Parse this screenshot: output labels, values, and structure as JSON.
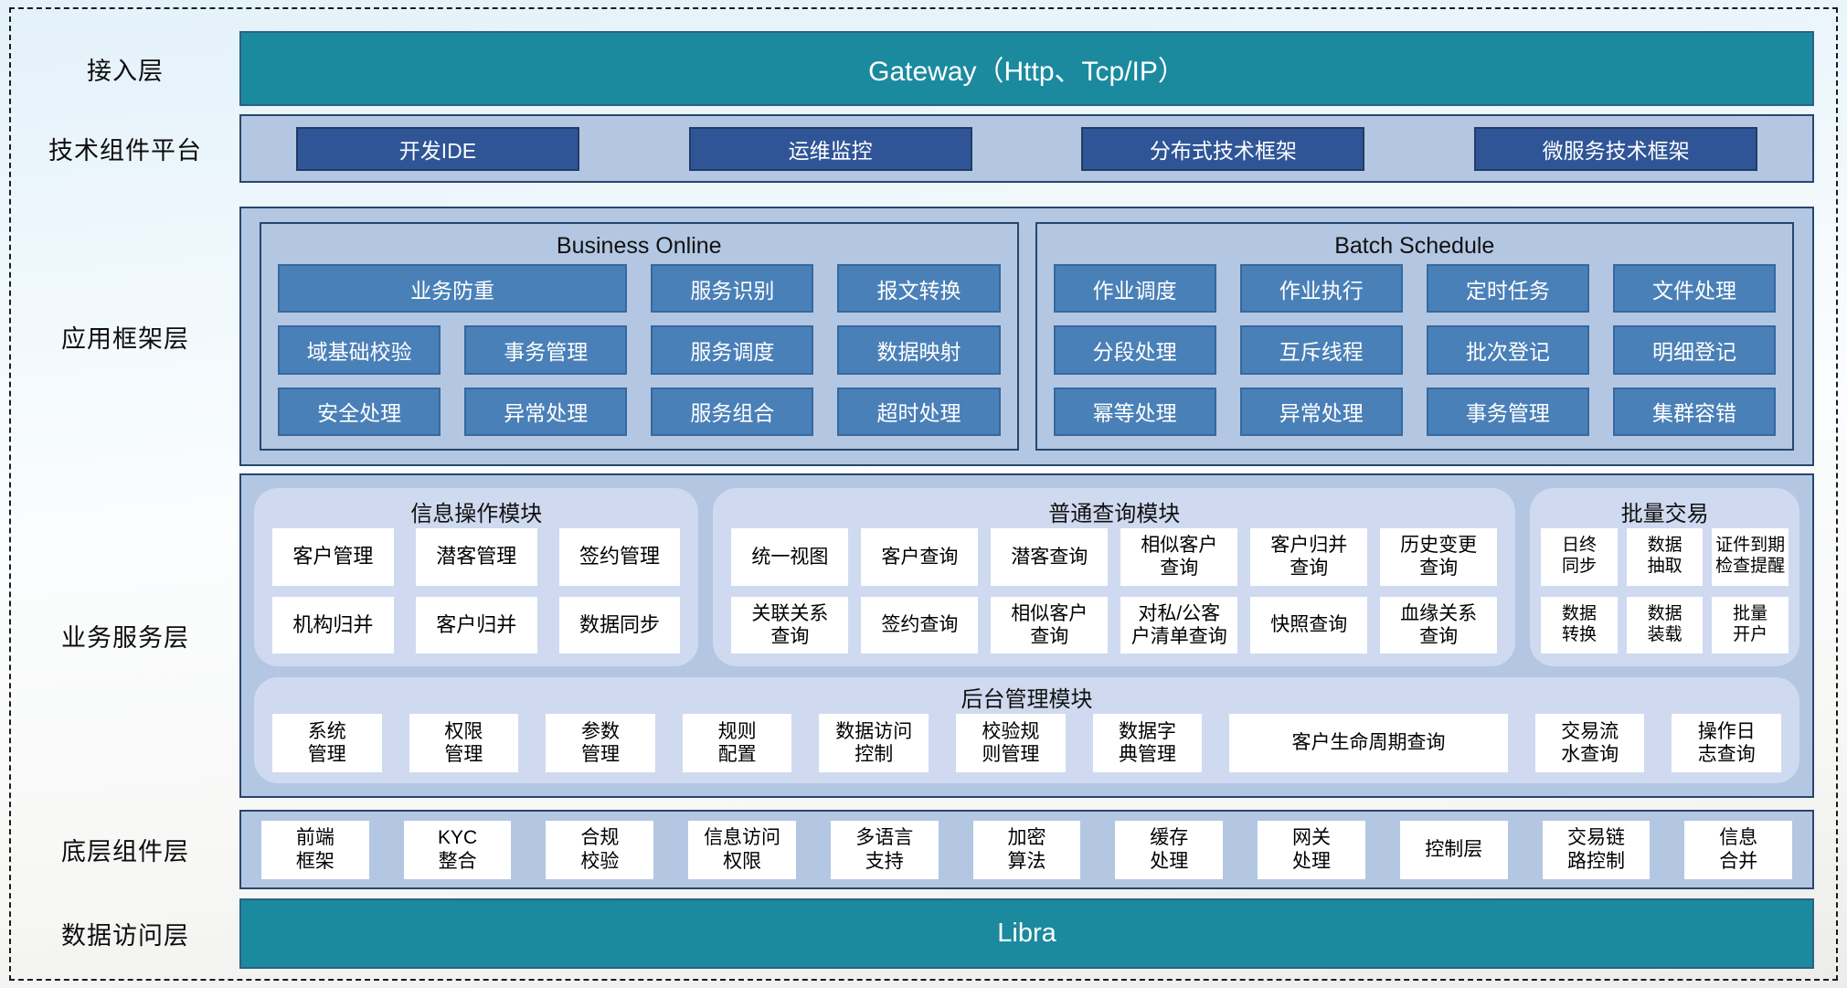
{
  "colors": {
    "teal_bar": "#1b8a9e",
    "dark_blue_button": "#2f5597",
    "steel_blue_button": "#4a80b8",
    "layer_background": "#b3c7e2",
    "panel_background": "#cfdaf0",
    "border_navy": "#26476f"
  },
  "labels": {
    "access": "接入层",
    "tech": "技术组件平台",
    "app": "应用框架层",
    "service": "业务服务层",
    "base": "底层组件层",
    "data": "数据访问层"
  },
  "gateway": {
    "title": "Gateway（Http、Tcp/IP）"
  },
  "tech": {
    "buttons": [
      "开发IDE",
      "运维监控",
      "分布式技术框架",
      "微服务技术框架"
    ]
  },
  "app": {
    "online": {
      "title": "Business Online",
      "r1wide": "业务防重",
      "r1": [
        "服务识别",
        "报文转换"
      ],
      "r2": [
        "域基础校验",
        "事务管理",
        "服务调度",
        "数据映射"
      ],
      "r3": [
        "安全处理",
        "异常处理",
        "服务组合",
        "超时处理"
      ]
    },
    "batch": {
      "title": "Batch Schedule",
      "r1": [
        "作业调度",
        "作业执行",
        "定时任务",
        "文件处理"
      ],
      "r2": [
        "分段处理",
        "互斥线程",
        "批次登记",
        "明细登记"
      ],
      "r3": [
        "幂等处理",
        "异常处理",
        "事务管理",
        "集群容错"
      ]
    }
  },
  "service": {
    "info": {
      "title": "信息操作模块",
      "items": [
        "客户管理",
        "潜客管理",
        "签约管理",
        "机构归并",
        "客户归并",
        "数据同步"
      ]
    },
    "query": {
      "title": "普通查询模块",
      "items": [
        "统一视图",
        "客户查询",
        "潜客查询",
        "相似客户\n查询",
        "客户归并\n查询",
        "历史变更\n查询",
        "关联关系\n查询",
        "签约查询",
        "相似客户\n查询",
        "对私/公客\n户清单查询",
        "快照查询",
        "血缘关系\n查询"
      ]
    },
    "batchtx": {
      "title": "批量交易",
      "items": [
        "日终\n同步",
        "数据\n抽取",
        "证件到期\n检查提醒",
        "数据\n转换",
        "数据\n装载",
        "批量\n开户"
      ]
    },
    "admin": {
      "title": "后台管理模块",
      "items": [
        "系统\n管理",
        "权限\n管理",
        "参数\n管理",
        "规则\n配置",
        "数据访问\n控制",
        "校验规\n则管理",
        "数据字\n典管理",
        "客户生命周期查询",
        "交易流\n水查询",
        "操作日\n志查询"
      ]
    }
  },
  "base": {
    "items": [
      "前端\n框架",
      "KYC\n整合",
      "合规\n校验",
      "信息访问\n权限",
      "多语言\n支持",
      "加密\n算法",
      "缓存\n处理",
      "网关\n处理",
      "控制层",
      "交易链\n路控制",
      "信息\n合并"
    ]
  },
  "libra": {
    "title": "Libra"
  }
}
